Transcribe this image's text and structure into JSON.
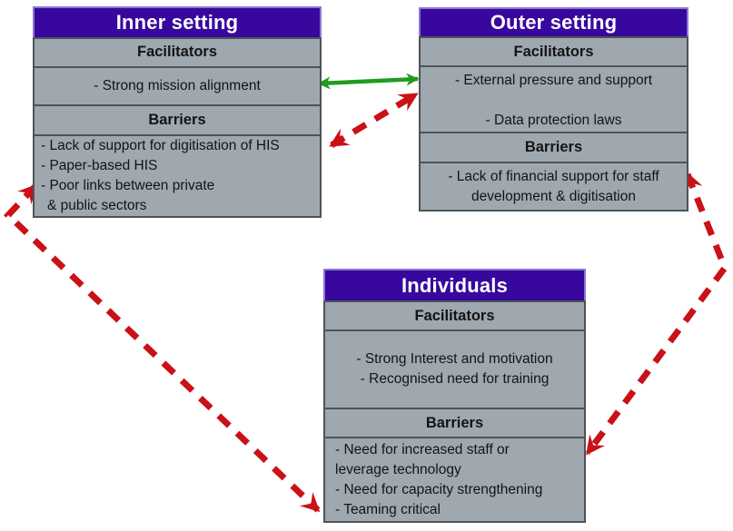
{
  "colors": {
    "header_bg": "#38089e",
    "header_border": "#8a78d0",
    "panel_bg": "#9fa8af",
    "panel_border": "#4c5459",
    "arrow_red": "#c91117",
    "arrow_green": "#1f9c1f",
    "text": "#141414",
    "header_text": "#ffffff"
  },
  "boxes": {
    "inner": {
      "title": "Inner setting",
      "facilitators_label": "Facilitators",
      "facilitators": [
        "- Strong mission alignment"
      ],
      "barriers_label": "Barriers",
      "barriers": [
        "- Lack of support for digitisation of HIS",
        "- Paper-based HIS",
        "- Poor links between private",
        "& public sectors"
      ]
    },
    "outer": {
      "title": "Outer setting",
      "facilitators_label": "Facilitators",
      "facilitators": [
        "- External pressure and support",
        "- Data protection laws"
      ],
      "barriers_label": "Barriers",
      "barriers": [
        "- Lack of financial support for staff",
        "development & digitisation"
      ]
    },
    "individuals": {
      "title": "Individuals",
      "facilitators_label": "Facilitators",
      "facilitators": [
        "- Strong Interest and motivation",
        "- Recognised need for training"
      ],
      "barriers_label": "Barriers",
      "barriers": [
        "- Need for increased staff or",
        "leverage technology",
        "- Need for capacity strengthening",
        "- Teaming critical"
      ]
    }
  },
  "arrows": [
    {
      "name": "inner-outer-solid-link",
      "style": "solid",
      "color": "#1f9c1f",
      "bidirectional": true
    },
    {
      "name": "inner-outer-dashed-link",
      "style": "dashed",
      "color": "#c91117",
      "bidirectional": true
    },
    {
      "name": "inner-individuals-dashed-link",
      "style": "dashed",
      "color": "#c91117",
      "bidirectional": true
    },
    {
      "name": "outer-individuals-dashed-link",
      "style": "dashed",
      "color": "#c91117",
      "bidirectional": true
    }
  ]
}
